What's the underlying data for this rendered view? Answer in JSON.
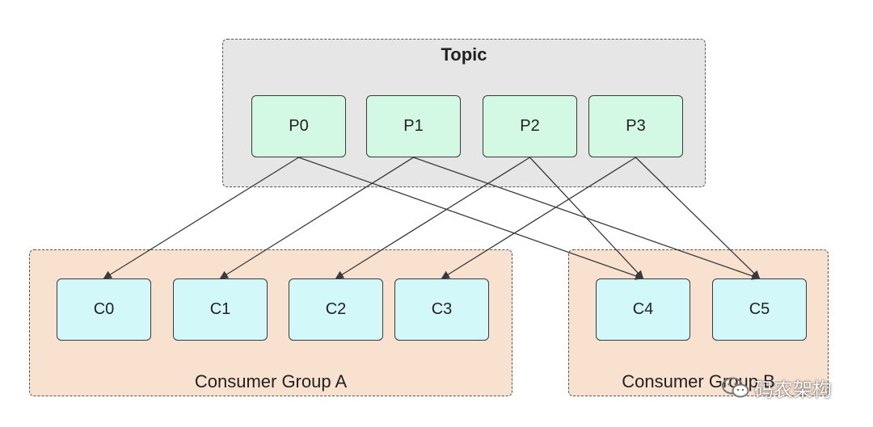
{
  "topic": {
    "title": "Topic",
    "partitions": [
      "P0",
      "P1",
      "P2",
      "P3"
    ]
  },
  "group_a": {
    "title": "Consumer Group A",
    "consumers": [
      "C0",
      "C1",
      "C2",
      "C3"
    ]
  },
  "group_b": {
    "title": "Consumer Group B",
    "consumers": [
      "C4",
      "C5"
    ]
  },
  "assignments": [
    {
      "from": "P0",
      "to": "C0"
    },
    {
      "from": "P0",
      "to": "C4"
    },
    {
      "from": "P1",
      "to": "C1"
    },
    {
      "from": "P1",
      "to": "C5"
    },
    {
      "from": "P2",
      "to": "C2"
    },
    {
      "from": "P2",
      "to": "C4"
    },
    {
      "from": "P3",
      "to": "C3"
    },
    {
      "from": "P3",
      "to": "C5"
    }
  ],
  "watermark": {
    "text": "码农架构",
    "icon": "wechat-icon"
  },
  "colors": {
    "topic_bg": "#e6e6e6",
    "group_bg": "#f9e1cf",
    "partition_fill": "#d3f8e4",
    "consumer_fill": "#d3f8fa",
    "stroke": "#3a3a3a"
  }
}
